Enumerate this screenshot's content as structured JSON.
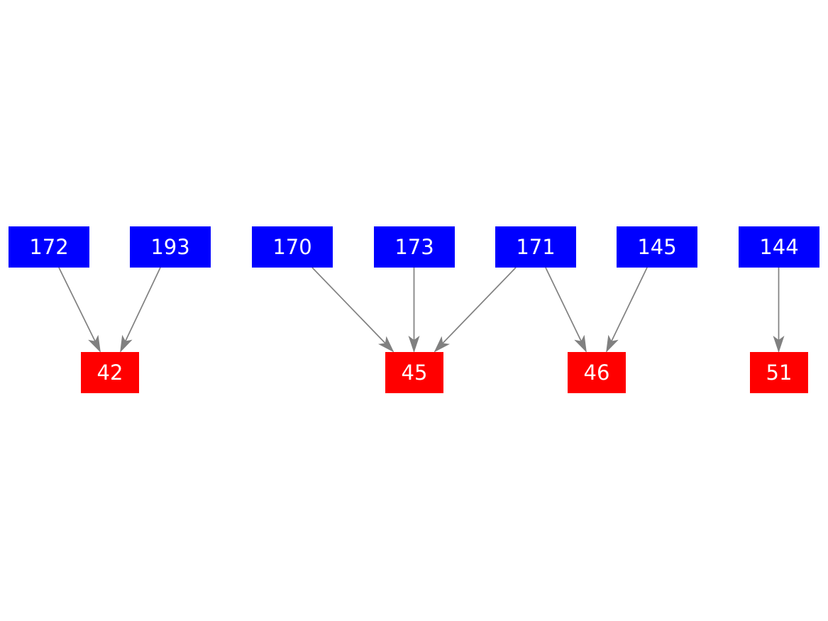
{
  "diagram": {
    "background_color": "#ffffff",
    "source_node_color": "#0000ff",
    "target_node_color": "#ff0000",
    "edge_color": "#808080",
    "label_color": "#ffffff",
    "nodes": [
      {
        "id": "172",
        "label": "172",
        "role": "source"
      },
      {
        "id": "193",
        "label": "193",
        "role": "source"
      },
      {
        "id": "170",
        "label": "170",
        "role": "source"
      },
      {
        "id": "173",
        "label": "173",
        "role": "source"
      },
      {
        "id": "171",
        "label": "171",
        "role": "source"
      },
      {
        "id": "145",
        "label": "145",
        "role": "source"
      },
      {
        "id": "144",
        "label": "144",
        "role": "source"
      },
      {
        "id": "42",
        "label": "42",
        "role": "target"
      },
      {
        "id": "45",
        "label": "45",
        "role": "target"
      },
      {
        "id": "46",
        "label": "46",
        "role": "target"
      },
      {
        "id": "51",
        "label": "51",
        "role": "target"
      }
    ],
    "edges": [
      {
        "from": "172",
        "to": "42"
      },
      {
        "from": "193",
        "to": "42"
      },
      {
        "from": "170",
        "to": "45"
      },
      {
        "from": "173",
        "to": "45"
      },
      {
        "from": "171",
        "to": "45"
      },
      {
        "from": "171",
        "to": "46"
      },
      {
        "from": "145",
        "to": "46"
      },
      {
        "from": "144",
        "to": "51"
      }
    ]
  }
}
